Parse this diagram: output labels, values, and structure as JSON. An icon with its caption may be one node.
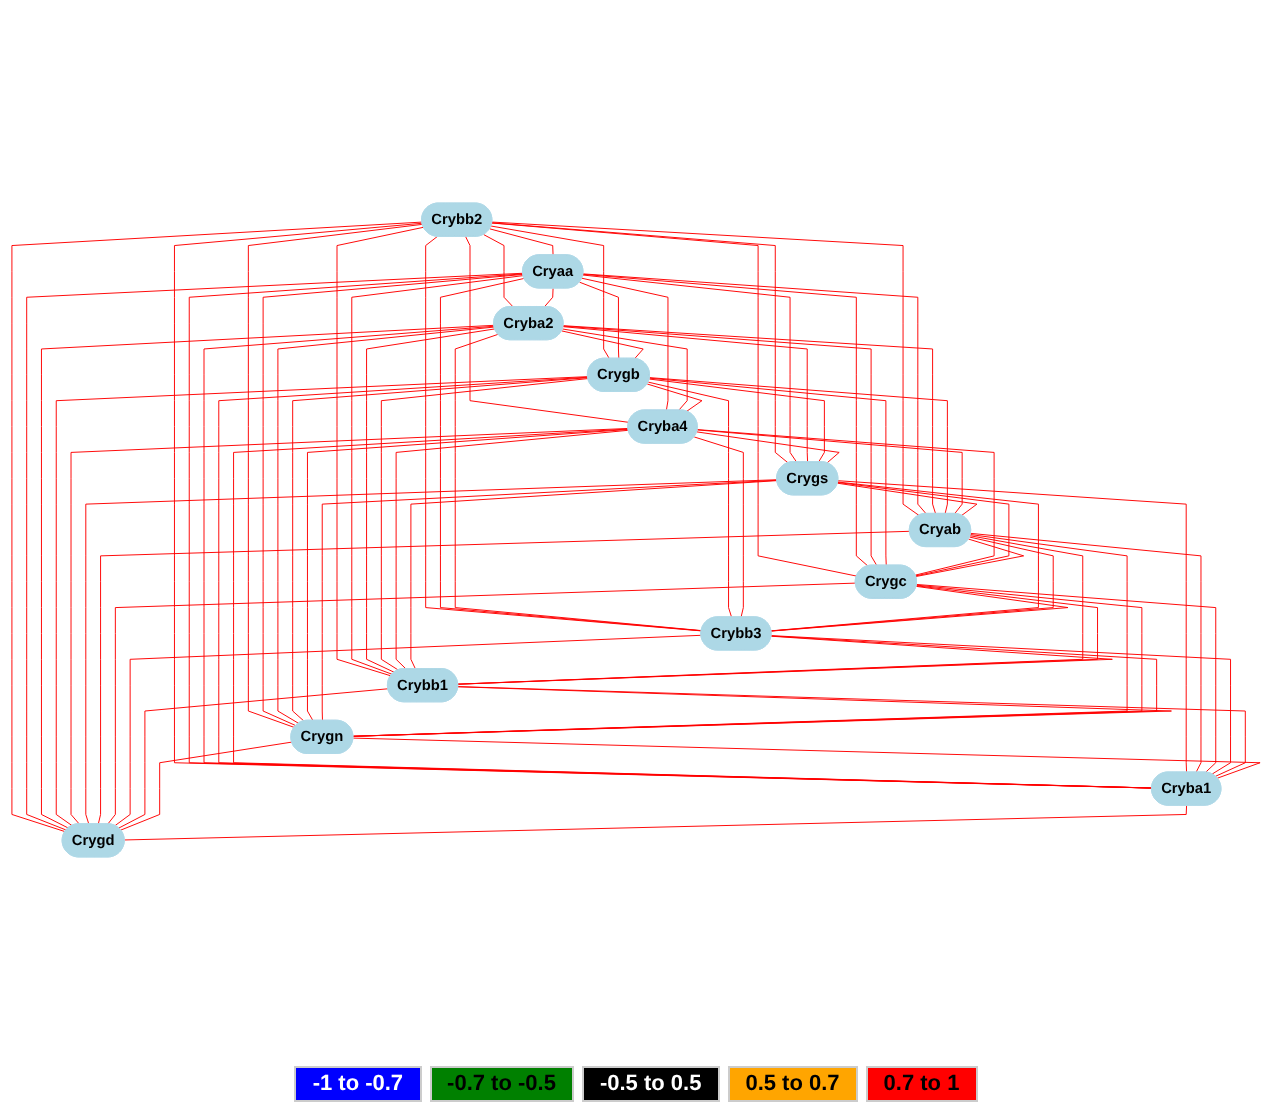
{
  "diagram": {
    "nodes": [
      {
        "text": [
          "Crybb2"
        ]
      },
      {
        "text": [
          "Cryaa"
        ]
      },
      {
        "text": [
          "Cryba2"
        ]
      },
      {
        "text": [
          "Crygb"
        ]
      },
      {
        "text": [
          "Cryba4"
        ]
      },
      {
        "text": [
          "Crygs"
        ]
      },
      {
        "text": [
          "Cryab"
        ]
      },
      {
        "text": [
          "Crygc"
        ]
      },
      {
        "text": [
          "Crybb3"
        ]
      },
      {
        "text": [
          "Crybb1"
        ]
      },
      {
        "text": [
          "Crygn"
        ]
      },
      {
        "text": [
          "Cryba1"
        ]
      },
      {
        "text": [
          "Crygd"
        ]
      }
    ],
    "edges": [
      {
        "from": 0,
        "to": 1,
        "arrow": "none"
      },
      {
        "from": 0,
        "to": 2,
        "arrow": "none"
      },
      {
        "from": 0,
        "to": 3,
        "arrow": "none"
      },
      {
        "from": 0,
        "to": 4,
        "arrow": "none"
      },
      {
        "from": 0,
        "to": 5,
        "arrow": "none"
      },
      {
        "from": 0,
        "to": 6,
        "arrow": "none"
      },
      {
        "from": 0,
        "to": 7,
        "arrow": "none"
      },
      {
        "from": 0,
        "to": 8,
        "arrow": "none"
      },
      {
        "from": 0,
        "to": 9,
        "arrow": "none"
      },
      {
        "from": 0,
        "to": 10,
        "arrow": "none"
      },
      {
        "from": 0,
        "to": 11,
        "arrow": "none"
      },
      {
        "from": 0,
        "to": 12,
        "arrow": "none"
      },
      {
        "from": 1,
        "to": 2,
        "arrow": "none"
      },
      {
        "from": 1,
        "to": 3,
        "arrow": "none"
      },
      {
        "from": 1,
        "to": 4,
        "arrow": "none"
      },
      {
        "from": 1,
        "to": 5,
        "arrow": "none"
      },
      {
        "from": 1,
        "to": 6,
        "arrow": "none"
      },
      {
        "from": 1,
        "to": 7,
        "arrow": "none"
      },
      {
        "from": 1,
        "to": 8,
        "arrow": "none"
      },
      {
        "from": 1,
        "to": 9,
        "arrow": "none"
      },
      {
        "from": 1,
        "to": 10,
        "arrow": "none"
      },
      {
        "from": 1,
        "to": 11,
        "arrow": "none"
      },
      {
        "from": 1,
        "to": 12,
        "arrow": "none"
      },
      {
        "from": 2,
        "to": 3,
        "arrow": "none"
      },
      {
        "from": 2,
        "to": 4,
        "arrow": "none"
      },
      {
        "from": 2,
        "to": 5,
        "arrow": "none"
      },
      {
        "from": 2,
        "to": 6,
        "arrow": "none"
      },
      {
        "from": 2,
        "to": 7,
        "arrow": "none"
      },
      {
        "from": 2,
        "to": 8,
        "arrow": "none"
      },
      {
        "from": 2,
        "to": 9,
        "arrow": "none"
      },
      {
        "from": 2,
        "to": 10,
        "arrow": "none"
      },
      {
        "from": 2,
        "to": 11,
        "arrow": "none"
      },
      {
        "from": 2,
        "to": 12,
        "arrow": "none"
      },
      {
        "from": 3,
        "to": 4,
        "arrow": "none"
      },
      {
        "from": 3,
        "to": 5,
        "arrow": "none"
      },
      {
        "from": 3,
        "to": 6,
        "arrow": "none"
      },
      {
        "from": 3,
        "to": 7,
        "arrow": "none"
      },
      {
        "from": 3,
        "to": 8,
        "arrow": "none"
      },
      {
        "from": 3,
        "to": 9,
        "arrow": "none"
      },
      {
        "from": 3,
        "to": 10,
        "arrow": "none"
      },
      {
        "from": 3,
        "to": 11,
        "arrow": "none"
      },
      {
        "from": 3,
        "to": 12,
        "arrow": "none"
      },
      {
        "from": 4,
        "to": 5,
        "arrow": "none"
      },
      {
        "from": 4,
        "to": 6,
        "arrow": "none"
      },
      {
        "from": 4,
        "to": 7,
        "arrow": "none"
      },
      {
        "from": 4,
        "to": 8,
        "arrow": "none"
      },
      {
        "from": 4,
        "to": 9,
        "arrow": "none"
      },
      {
        "from": 4,
        "to": 10,
        "arrow": "none"
      },
      {
        "from": 4,
        "to": 11,
        "arrow": "none"
      },
      {
        "from": 4,
        "to": 12,
        "arrow": "none"
      },
      {
        "from": 5,
        "to": 6,
        "arrow": "none"
      },
      {
        "from": 5,
        "to": 7,
        "arrow": "none"
      },
      {
        "from": 5,
        "to": 8,
        "arrow": "none"
      },
      {
        "from": 5,
        "to": 9,
        "arrow": "none"
      },
      {
        "from": 5,
        "to": 10,
        "arrow": "none"
      },
      {
        "from": 5,
        "to": 11,
        "arrow": "none"
      },
      {
        "from": 5,
        "to": 12,
        "arrow": "none"
      },
      {
        "from": 6,
        "to": 7,
        "arrow": "none"
      },
      {
        "from": 6,
        "to": 8,
        "arrow": "none"
      },
      {
        "from": 6,
        "to": 9,
        "arrow": "none"
      },
      {
        "from": 6,
        "to": 10,
        "arrow": "none"
      },
      {
        "from": 6,
        "to": 11,
        "arrow": "none"
      },
      {
        "from": 6,
        "to": 12,
        "arrow": "none"
      },
      {
        "from": 7,
        "to": 8,
        "arrow": "none"
      },
      {
        "from": 7,
        "to": 9,
        "arrow": "none"
      },
      {
        "from": 7,
        "to": 10,
        "arrow": "none"
      },
      {
        "from": 7,
        "to": 11,
        "arrow": "none"
      },
      {
        "from": 7,
        "to": 12,
        "arrow": "none"
      },
      {
        "from": 8,
        "to": 9,
        "arrow": "none"
      },
      {
        "from": 8,
        "to": 10,
        "arrow": "none"
      },
      {
        "from": 8,
        "to": 11,
        "arrow": "none"
      },
      {
        "from": 8,
        "to": 12,
        "arrow": "none"
      },
      {
        "from": 9,
        "to": 10,
        "arrow": "none"
      },
      {
        "from": 9,
        "to": 11,
        "arrow": "none"
      },
      {
        "from": 9,
        "to": 12,
        "arrow": "none"
      },
      {
        "from": 10,
        "to": 11,
        "arrow": "none"
      },
      {
        "from": 10,
        "to": 12,
        "arrow": "none"
      },
      {
        "from": 11,
        "to": 12,
        "arrow": "none"
      }
    ],
    "legend": [
      {
        "text": "-1 to -0.7",
        "color": "#0000ff"
      },
      {
        "text": "-0.7 to -0.5",
        "color": "#008000"
      },
      {
        "text": "-0.5 to 0.5",
        "color": "#000000"
      },
      {
        "text": "0.5 to 0.7",
        "color": "#ffa500"
      },
      {
        "text": "0.7 to 1",
        "color": "#ff0000"
      }
    ]
  }
}
